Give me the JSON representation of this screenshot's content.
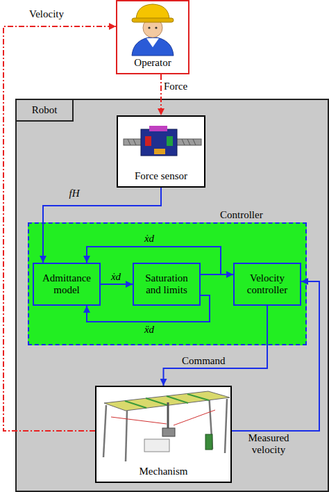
{
  "diagram": {
    "nodes": [
      {
        "text": [
          "Operator"
        ]
      },
      {
        "text": [
          "Robot"
        ]
      },
      {
        "text": [
          "Force sensor"
        ],
        "in": 1
      },
      {
        "text": [
          "Controller"
        ],
        "in": 1
      },
      {
        "text": [
          "Admittance model"
        ],
        "in": 3
      },
      {
        "text": [
          "Saturation and limits"
        ],
        "in": 3
      },
      {
        "text": [
          "Velocity controller"
        ],
        "in": 3
      },
      {
        "text": [
          "Mechanism"
        ],
        "in": 1
      }
    ],
    "edges": [
      {
        "from": 0,
        "to": 2,
        "label": "Force",
        "arrow": "to"
      },
      {
        "from": 2,
        "to": 4,
        "label": "fH",
        "arrow": "to"
      },
      {
        "from": 4,
        "to": 5,
        "label": "ẋd",
        "arrow": "to"
      },
      {
        "from": 5,
        "to": 4,
        "label": "ẋd",
        "arrow": "to"
      },
      {
        "from": 5,
        "to": 4,
        "label": "ẍd",
        "arrow": "to"
      },
      {
        "from": 5,
        "to": 6,
        "arrow": "to"
      },
      {
        "from": 6,
        "to": 7,
        "label": "Command",
        "arrow": "to"
      },
      {
        "from": 7,
        "to": 6,
        "label": "Measured velocity",
        "arrow": "to"
      },
      {
        "from": 7,
        "to": 0,
        "label": "Velocity",
        "arrow": "to"
      }
    ]
  }
}
